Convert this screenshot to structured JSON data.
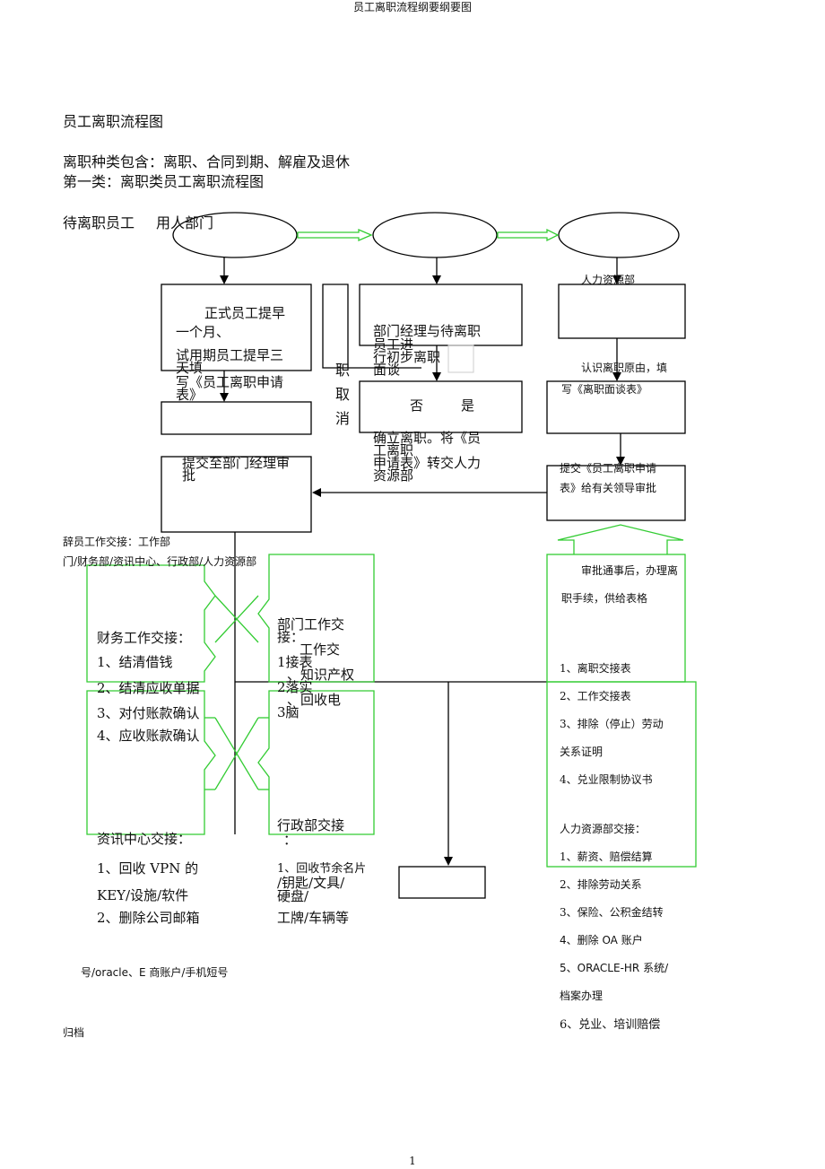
{
  "header": {
    "title": "员工离职流程纲要纲要图"
  },
  "doc": {
    "heading": "员工离职流程图",
    "types_line": "离职种类包含：离职、合同到期、解雇及退休",
    "category_line": "第一类：离职类员工离职流程图"
  },
  "swimlanes": {
    "employee": "待离职员工",
    "dept": "用人部门",
    "hr": "人力资源部"
  },
  "employee_box": {
    "l1": "正式员工提早",
    "l2": "一个月、",
    "l3": "试用期员工提早三",
    "l4": "天填",
    "l5": "写《员工离职申请",
    "l6": "表》"
  },
  "submit_box": {
    "l1": "提交至部门经理审",
    "l2": "批"
  },
  "cancel_box": {
    "c1": "职",
    "c2": "取",
    "c3": "消"
  },
  "interview_box": {
    "l1": "部门经理与待离职",
    "l2": "员工进",
    "l3": "行初步离职",
    "l4": "面谈"
  },
  "decision_box": {
    "no": "否",
    "yes": "是",
    "l1": "确立离职。将《员",
    "l2": "工离职",
    "l3": "申请表》转交人力",
    "l4": "资源部"
  },
  "hr_box": {
    "reason_l1": "认识离职原由，填",
    "reason_l2": "写《离职面谈表》"
  },
  "hr_submit": {
    "l1": "提交《员工离职申请",
    "l2": "表》给有关领导审批"
  },
  "handover_intro": {
    "l1": "辞员工作交接：工作部",
    "l2": "门/财务部/资讯中心、行政部/人力资源部"
  },
  "finance": {
    "title": "财务工作交接：",
    "i1": "1、结清借钱",
    "i2": "2、结清应收单据",
    "i3": "3、对付账款确认",
    "i4": "4、应收账款确认"
  },
  "dept_work": {
    "l1": "部门工作交",
    "l2": "接：",
    "l3": "工作交",
    "l4": "1接表",
    "l5": "、知识产权",
    "l6": "2落实",
    "l7": "、回收电",
    "l8": "3脑"
  },
  "it_center": {
    "title": "资讯中心交接：",
    "i1": "1、回收 VPN 的",
    "i2": "KEY/设施/软件",
    "i3": "2、删除公司邮箱",
    "i4": "号/oracle、E 商账户/手机短号"
  },
  "admin": {
    "l1": "行政部交接",
    "l2": "：",
    "l3": "1、回收节余名片",
    "l4": "/钥匙/文具/",
    "l5": "硬盘/",
    "l6": "工牌/车辆等"
  },
  "hr_process": {
    "l1": "审批通事后，办理离",
    "l2": "职手续，供给表格",
    "f1": "1、离职交接表",
    "f2": "2、工作交接表",
    "f3": "3、排除（停止）劳动",
    "f3b": "关系证明",
    "f4": "4、兑业限制协议书",
    "hr_title": "人力资源部交接：",
    "h1": "1、薪资、赔偿结算",
    "h2": "2、排除劳动关系",
    "h3": "3、保险、公积金结转",
    "h4": "4、删除 OA 账户",
    "h5": "5、ORACLE-HR 系统/",
    "h5b": "档案办理",
    "h6": "6、兑业、培训赔偿"
  },
  "archive": "归档",
  "page_number": "1",
  "colors": {
    "green": "#33cc33",
    "line": "#000000"
  }
}
